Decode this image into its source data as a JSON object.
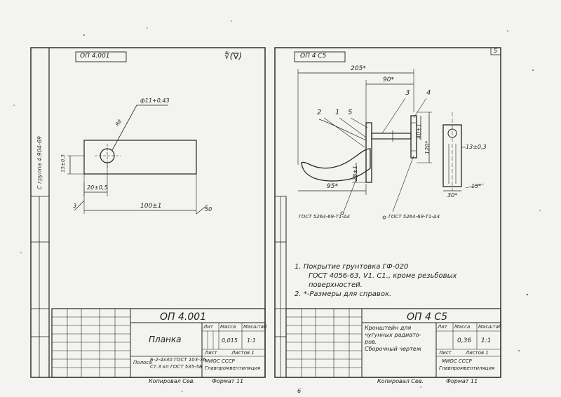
{
  "left_sheet": {
    "corner_stamp": "ОП 4.001",
    "roughness_mark": "∜(∇)",
    "dim_hole": "ф11+0,43",
    "dim_chamfer": "R8",
    "dim_height": "15±0,5",
    "dim_offset": "20±0,5",
    "dim_length": "100±1",
    "dim_thickness_left": "3",
    "dim_width_right": "50",
    "side_label": "С группа 4.904-69",
    "title_block": {
      "designation": "ОП 4.001",
      "name": "Планка",
      "col_lit": "Лит",
      "col_mass": "Масса",
      "col_scale": "Масштаб",
      "mass": "0,015",
      "scale": "1:1",
      "sheet": "Лист",
      "sheets": "Листов 1",
      "material_line1": "Б-2-4х30 ГОСТ 103-76",
      "material_line2": "Ст.3 кп ГОСТ 535-58",
      "material_prefix": "Полоса",
      "org_line1": "Главпромвентиляция",
      "org_line2": "МИОС СССР",
      "copied": "Копировал Сев.",
      "format": "Формат 11"
    }
  },
  "right_sheet": {
    "corner_stamp": "ОП 4 С5",
    "dim_overall": "205*",
    "dim_90": "90*",
    "dim_95": "95*",
    "dim_40": "40±1",
    "dim_120": "120*",
    "dim_28": "28±1",
    "dim_13": "13±0,3",
    "dim_30": "30*",
    "dim_15": "15*",
    "callouts": [
      "2",
      "1",
      "5",
      "3",
      "4"
    ],
    "gost_left": "ГОСТ 5264-69-Т1-Δ4",
    "gost_right": "ГОСТ 5264-69-Т1-Δ4",
    "note1_line1": "1. Покрытие грунтовка ГФ-020",
    "note1_line2": "ГОСТ 4056-63, V1. С1., кроме резьбовых",
    "note1_line3": "поверхностей.",
    "note2": "2. *-Размеры для справок.",
    "title_block": {
      "designation": "ОП 4 С5",
      "name_line1": "Кронштейн для",
      "name_line2": "чугунных радиато-",
      "name_line3": "ров.",
      "name_line4": "Сборочный чертеж",
      "col_lit": "Лит",
      "col_mass": "Масса",
      "col_scale": "Масштаб",
      "mass": "0,36",
      "scale": "1:1",
      "sheet": "Лист",
      "sheets": "Листов 1",
      "org_line1": "МИОС СССР",
      "org_line2": "Главпромвентиляция",
      "copied": "Копировал Сев.",
      "format": "Формат 11"
    }
  },
  "page_mark": "5",
  "bottom_mark": "6"
}
